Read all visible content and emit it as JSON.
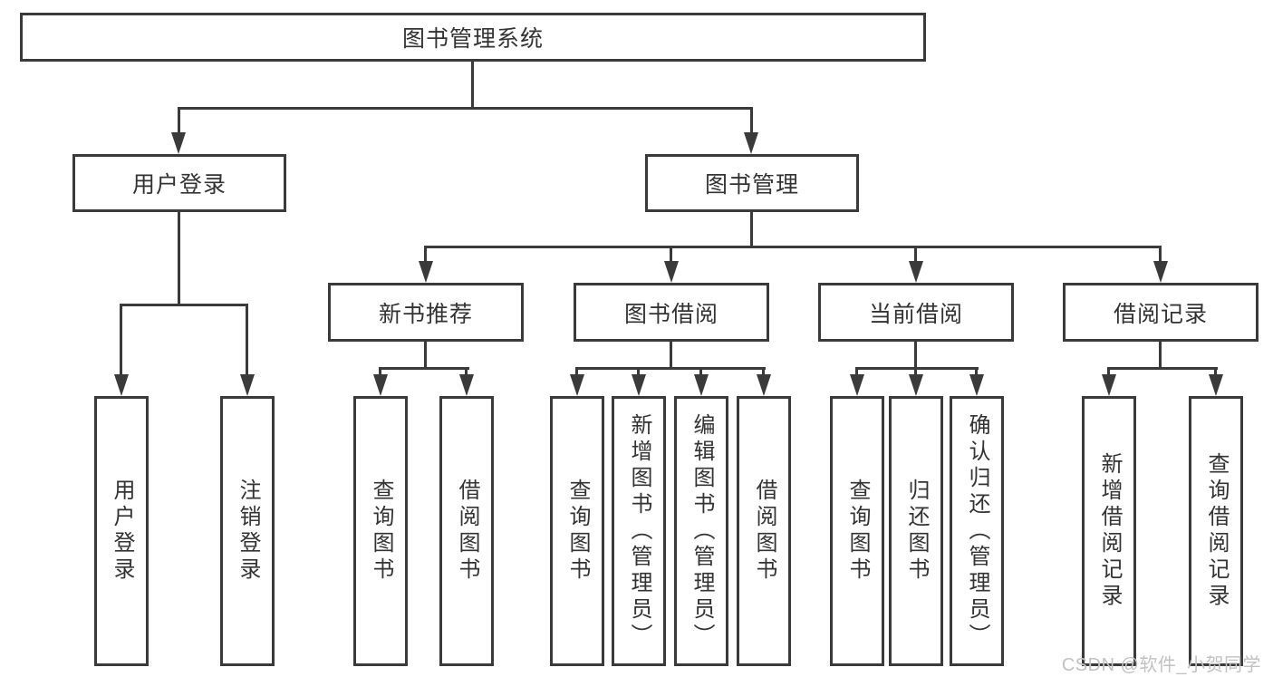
{
  "diagram": {
    "root": {
      "label": "图书管理系统"
    },
    "branches": [
      {
        "label": "用户登录",
        "children": [
          {
            "label": "用户登录"
          },
          {
            "label": "注销登录"
          }
        ]
      },
      {
        "label": "图书管理",
        "children": [
          {
            "label": "新书推荐",
            "children": [
              {
                "label": "查询图书"
              },
              {
                "label": "借阅图书"
              }
            ]
          },
          {
            "label": "图书借阅",
            "children": [
              {
                "label": "查询图书"
              },
              {
                "label": "新增图书（管理员）"
              },
              {
                "label": "编辑图书（管理员）"
              },
              {
                "label": "借阅图书"
              }
            ]
          },
          {
            "label": "当前借阅",
            "children": [
              {
                "label": "查询图书"
              },
              {
                "label": "归还图书"
              },
              {
                "label": "确认归还（管理员）"
              }
            ]
          },
          {
            "label": "借阅记录",
            "children": [
              {
                "label": "新增借阅记录"
              },
              {
                "label": "查询借阅记录"
              }
            ]
          }
        ]
      }
    ],
    "watermark": "CSDN @软件_小贺同学",
    "colors": {
      "line": "#3a3a3a",
      "text": "#333333",
      "watermark": "#c2c2c2",
      "background": "#ffffff"
    }
  }
}
